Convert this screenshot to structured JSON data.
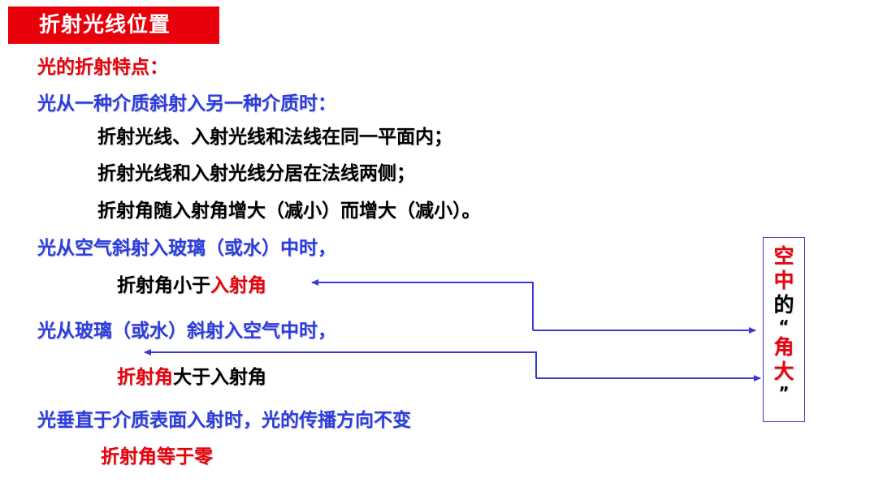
{
  "title": "折射光线位置",
  "heading": "光的折射特点：",
  "rules_intro": "光从一种介质斜射入另一种介质时：",
  "rules": [
    "折射光线、入射光线和法线在同一平面内；",
    "折射光线和入射光线分居在法线两侧；",
    "折射角随入射角增大（减小）而增大（减小）。"
  ],
  "case_air_to_glass": {
    "intro": "光从空气斜射入玻璃（或水）中时，",
    "result_prefix": "折射角小于",
    "result_highlight": "入射角"
  },
  "case_glass_to_air": {
    "intro": "光从玻璃（或水）斜射入空气中时，",
    "result_highlight": "折射角",
    "result_suffix": "大于入射角"
  },
  "case_perpendicular": {
    "intro": "光垂直于介质表面入射时，光的传播方向不变",
    "result": "折射角等于零"
  },
  "side_note": {
    "char1": "空",
    "char2": "中",
    "char3": "的",
    "open_quote": "“",
    "char4": "角",
    "char5": "大",
    "close_quote": "”"
  },
  "colors": {
    "red": "#e8000b",
    "blue": "#2b3cdf",
    "black": "#000000",
    "arrow": "#3a3ad0"
  }
}
